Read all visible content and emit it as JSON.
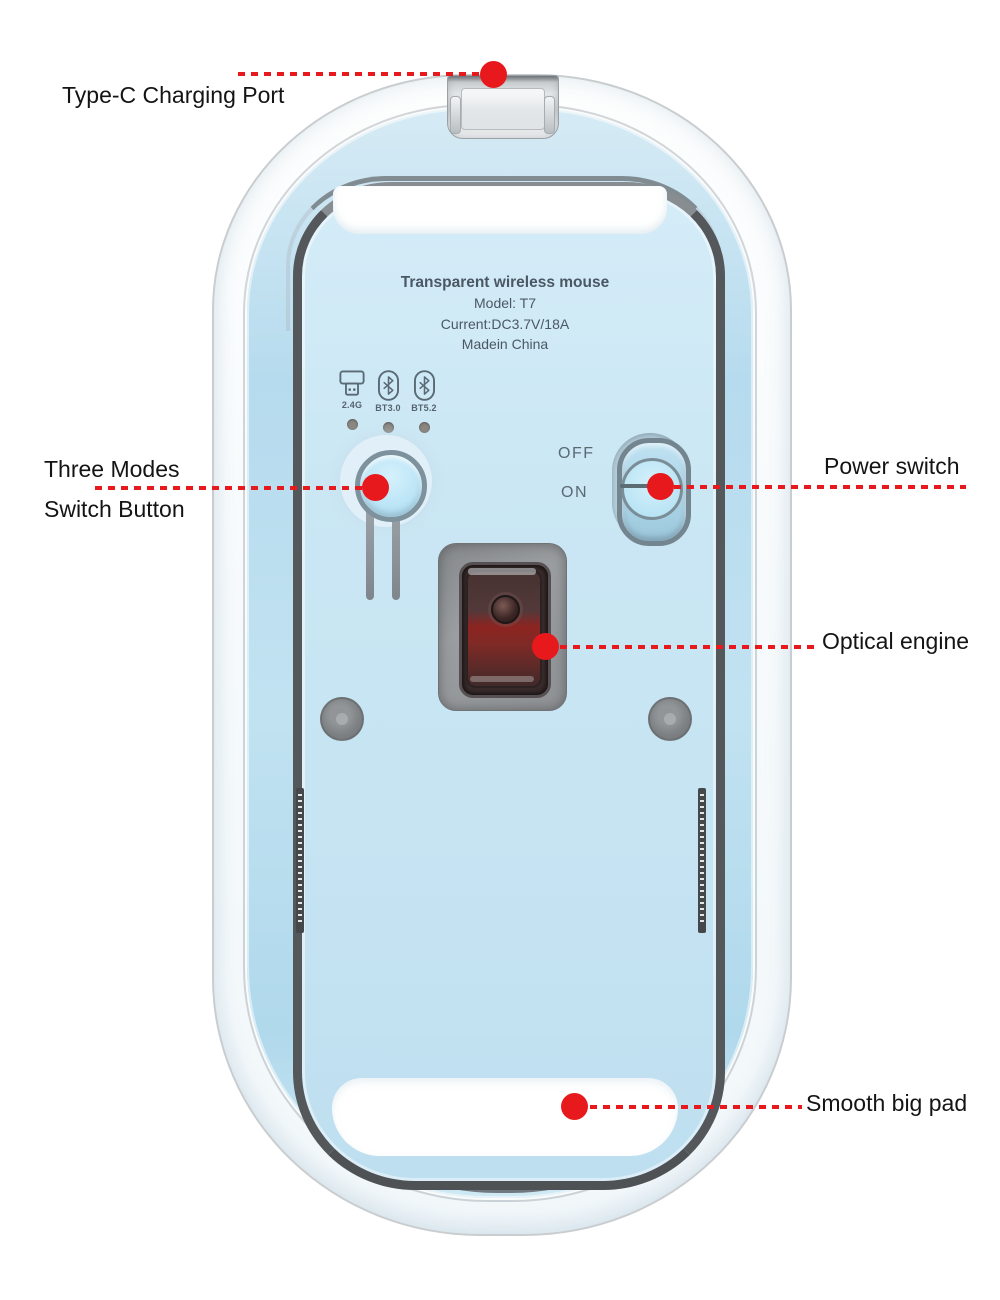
{
  "labels": {
    "type_c": "Type-C Charging Port",
    "three_modes_line1": "Three Modes",
    "three_modes_line2": "Switch Button",
    "power_switch": "Power switch",
    "optical_engine": "Optical engine",
    "smooth_pad": "Smooth big pad"
  },
  "panel": {
    "title": "Transparent wireless mouse",
    "model": "Model: T7",
    "current": "Current:DC3.7V/18A",
    "origin": "Madein China",
    "power_off": "OFF",
    "power_on": "ON",
    "modes": [
      {
        "label": "2.4G",
        "icon": "usb-receiver-icon"
      },
      {
        "label": "BT3.0",
        "icon": "bluetooth-icon"
      },
      {
        "label": "BT5.2",
        "icon": "bluetooth-icon"
      }
    ]
  },
  "colors": {
    "callout_red": "#e8191c",
    "panel_blue": "#c9e5f3",
    "shell_tint": "#b6dbee",
    "frame_dark": "#54585b",
    "engine_red": "#8d2421",
    "label_text": "#141414",
    "panel_text": "#4b5863"
  }
}
